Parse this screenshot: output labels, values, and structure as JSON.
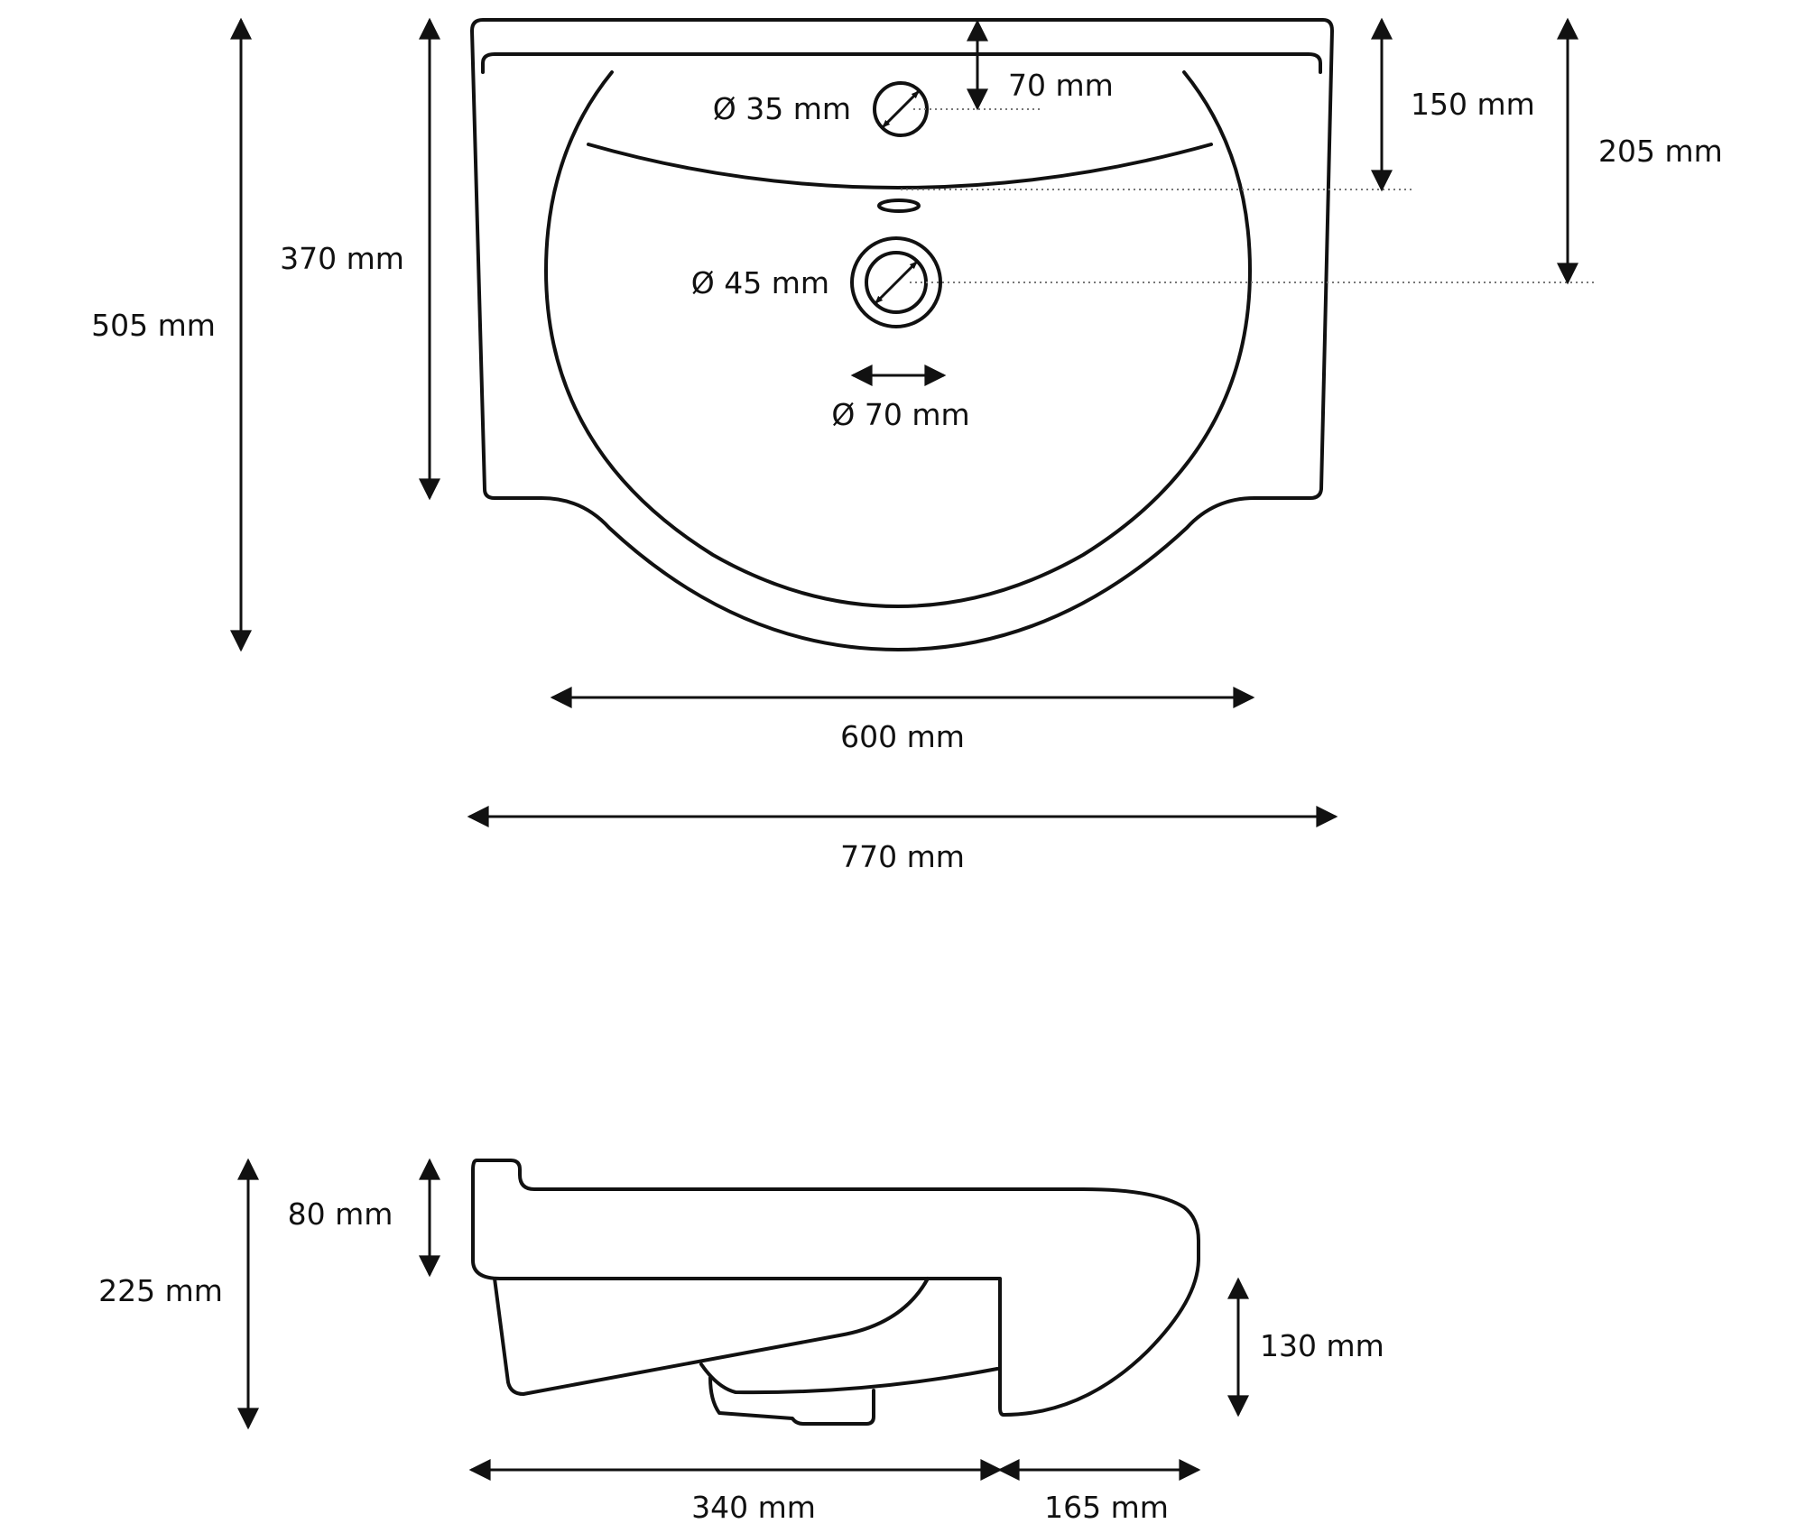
{
  "top_view": {
    "overall_height": "505 mm",
    "bowl_depth": "370 mm",
    "tap_hole_inset": "70 mm",
    "tap_hole_offset": "150 mm",
    "drain_offset": "205 mm",
    "tap_hole_diameter": "Ø 35 mm",
    "drain_diameter": "Ø 45 mm",
    "overflow_width": "Ø 70 mm",
    "bowl_width": "600 mm",
    "overall_width": "770 mm"
  },
  "side_view": {
    "rim_height": "80 mm",
    "total_height": "225 mm",
    "front_drop": "130 mm",
    "bowl_length": "340 mm",
    "front_length": "165 mm"
  },
  "colors": {
    "line": "#111111",
    "guide": "#777777",
    "background": "#ffffff"
  }
}
